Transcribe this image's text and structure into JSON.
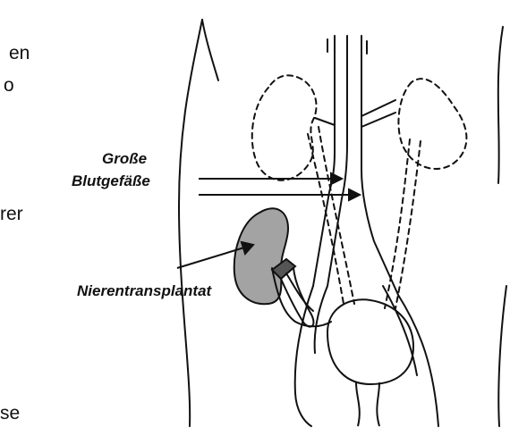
{
  "left_text_fragments": [
    "en",
    "o",
    "rer",
    "se"
  ],
  "labels": {
    "vessels_line1": "Große",
    "vessels_line2": "Blutgefäße",
    "transplant": "Nierentransplantat"
  },
  "colors": {
    "outline": "#111111",
    "transplant_fill": "#a3a3a3",
    "background": "#ffffff"
  }
}
